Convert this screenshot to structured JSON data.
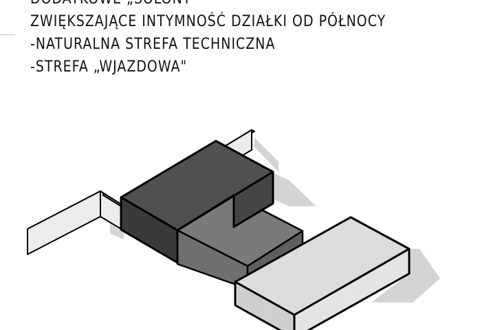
{
  "notes": {
    "line1": "DODATKOWE „SOLONY\"",
    "line2": "ZWIĘKSZAJĄCE INTYMNOŚĆ DZIAŁKI OD PÓŁNOCY",
    "line3": "-NATURALNA STREFA TECHNICZNA",
    "line4": "-STREFA „WJAZDOWA\""
  },
  "colors": {
    "dark_block": "#404040",
    "mid_block": "#6f6f6f",
    "light_block": "#dcdcdc",
    "wall": "#ececec",
    "shadow": "#d4d4d4",
    "outline": "#000000"
  }
}
